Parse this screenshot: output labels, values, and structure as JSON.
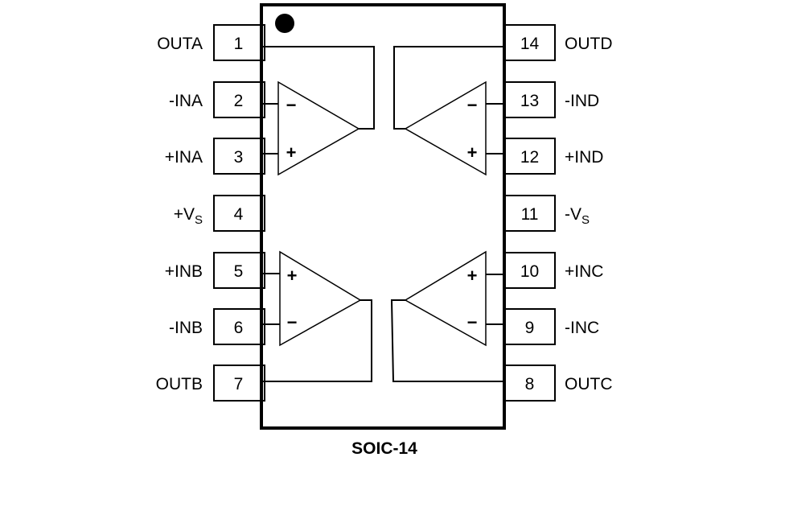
{
  "package": {
    "title": "SOIC-14",
    "pin1_marker": "pin1-dot"
  },
  "pins_left": [
    {
      "number": "1",
      "name": "OUTA"
    },
    {
      "number": "2",
      "name": "-INA"
    },
    {
      "number": "3",
      "name": "+INA"
    },
    {
      "number": "4",
      "name": "+V",
      "subscript": "S"
    },
    {
      "number": "5",
      "name": "+INB"
    },
    {
      "number": "6",
      "name": "-INB"
    },
    {
      "number": "7",
      "name": "OUTB"
    }
  ],
  "pins_right": [
    {
      "number": "14",
      "name": "OUTD"
    },
    {
      "number": "13",
      "name": "-IND"
    },
    {
      "number": "12",
      "name": "+IND"
    },
    {
      "number": "11",
      "name": "-V",
      "subscript": "S"
    },
    {
      "number": "10",
      "name": "+INC"
    },
    {
      "number": "9",
      "name": "-INC"
    },
    {
      "number": "8",
      "name": "OUTC"
    }
  ],
  "amplifiers": [
    {
      "id": "A",
      "top_sign": "−",
      "bottom_sign": "+"
    },
    {
      "id": "B",
      "top_sign": "+",
      "bottom_sign": "−"
    },
    {
      "id": "C",
      "top_sign": "+",
      "bottom_sign": "−"
    },
    {
      "id": "D",
      "top_sign": "−",
      "bottom_sign": "+"
    }
  ]
}
